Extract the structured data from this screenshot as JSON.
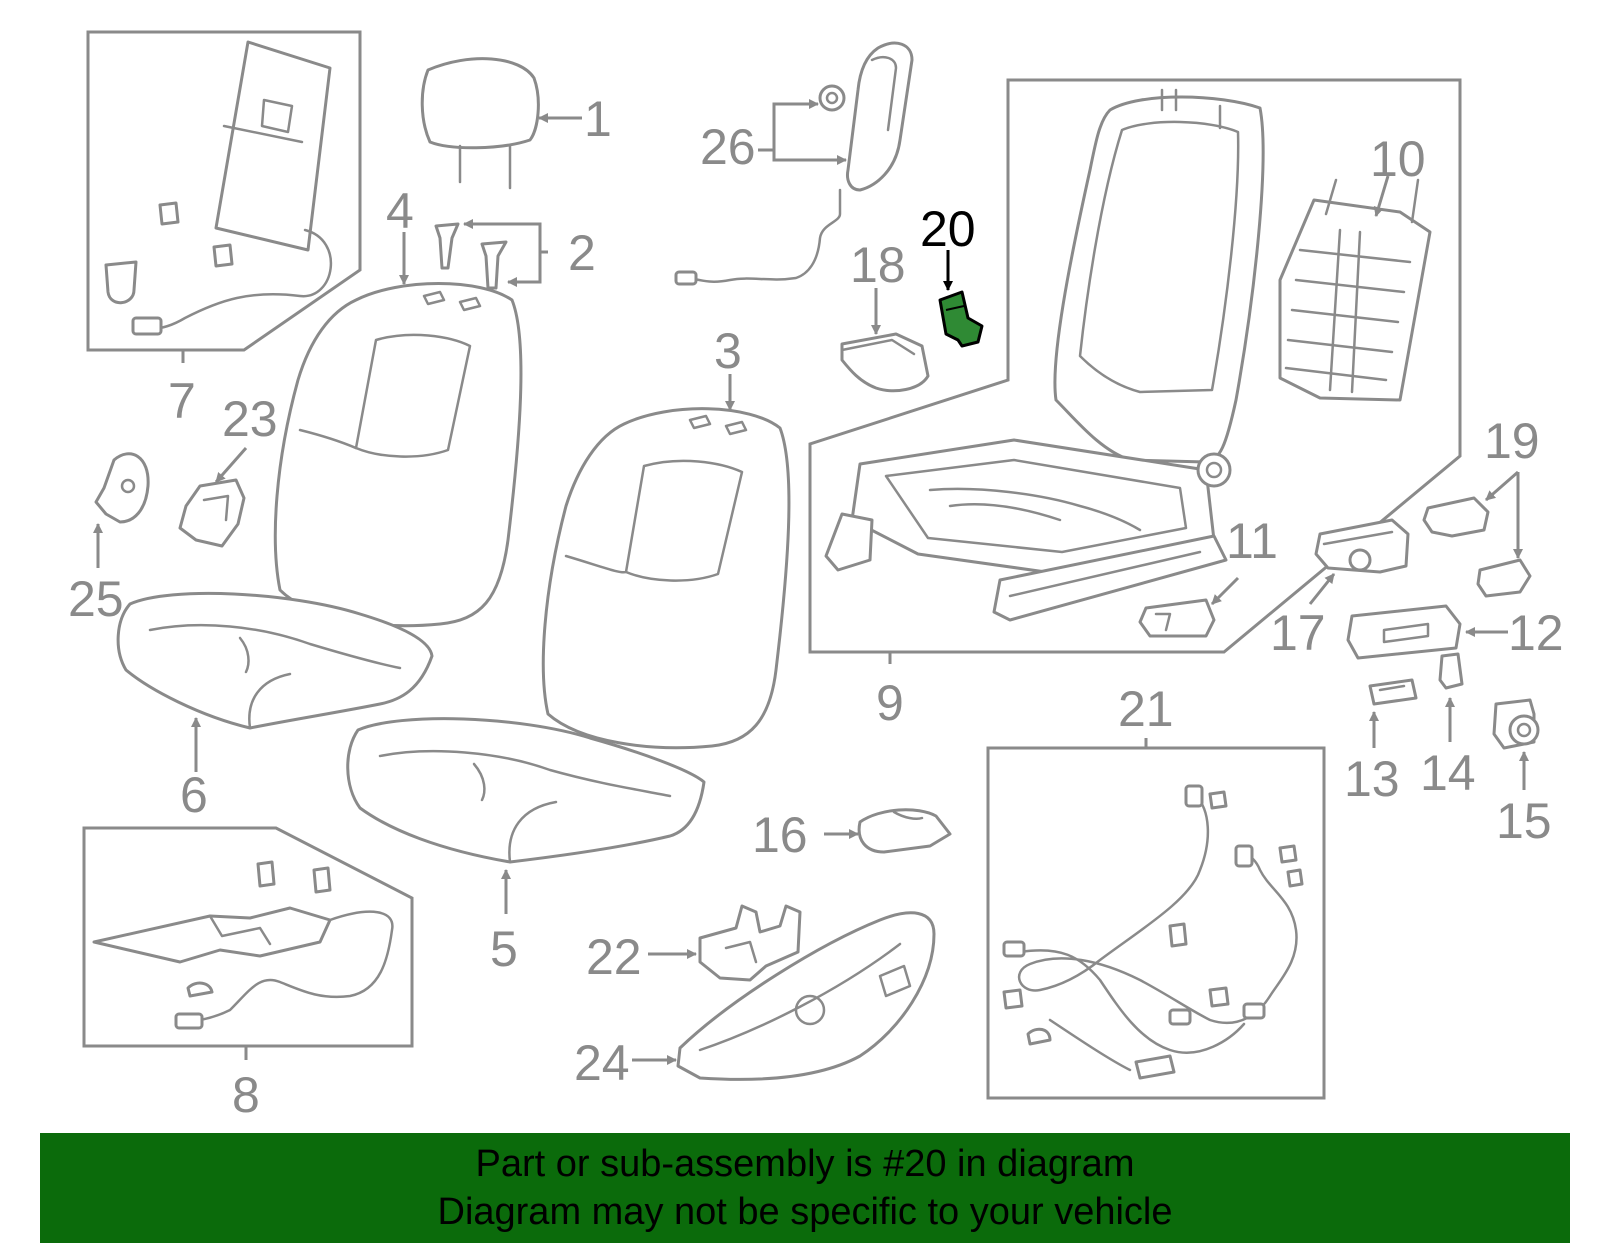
{
  "colors": {
    "line": "#8a8a8a",
    "highlight_fill": "#2f8a34",
    "banner": "#0b6b0b",
    "text": "#000000"
  },
  "highlighted_part": "20",
  "labels": {
    "l1": "1",
    "l2": "2",
    "l3": "3",
    "l4": "4",
    "l5": "5",
    "l6": "6",
    "l7": "7",
    "l8": "8",
    "l9": "9",
    "l10": "10",
    "l11": "11",
    "l12": "12",
    "l13": "13",
    "l14": "14",
    "l15": "15",
    "l16": "16",
    "l17": "17",
    "l18": "18",
    "l19": "19",
    "l20": "20",
    "l21": "21",
    "l22": "22",
    "l23": "23",
    "l24": "24",
    "l25": "25",
    "l26": "26"
  },
  "banner": {
    "line1": "Part or sub-assembly is #20 in diagram",
    "line2": "Diagram may not be specific to your vehicle"
  }
}
